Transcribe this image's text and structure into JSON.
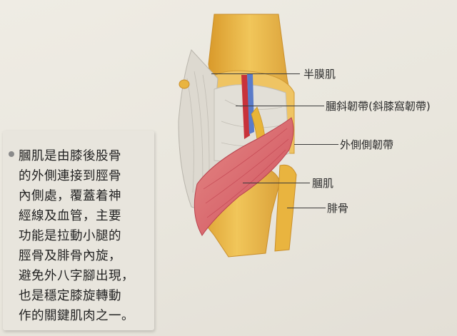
{
  "labels": {
    "semimembranosus": "半膜肌",
    "oblique_ligament": "膕斜韌帶(斜膝窩韌帶)",
    "lateral_collateral": "外側側韌帶",
    "popliteus": "膕肌",
    "fibula": "腓骨"
  },
  "caption": {
    "bullet": "•",
    "lines": [
      "膕肌是由膝後股骨",
      "的外側連接到脛骨",
      "內側處，覆蓋着神",
      "經線及血管，主要",
      "功能是拉動小腿的",
      "脛骨及腓骨內旋，",
      "避免外八字腳出現，",
      "也是穩定膝旋轉動",
      "作的關鍵肌肉之一。"
    ]
  },
  "colors": {
    "background": "#ece9e1",
    "bone": "#e9b43f",
    "muscle": "#d9616a",
    "artery": "#c8323a",
    "vein": "#5a7bc9",
    "ligament": "#dcd9d1"
  }
}
